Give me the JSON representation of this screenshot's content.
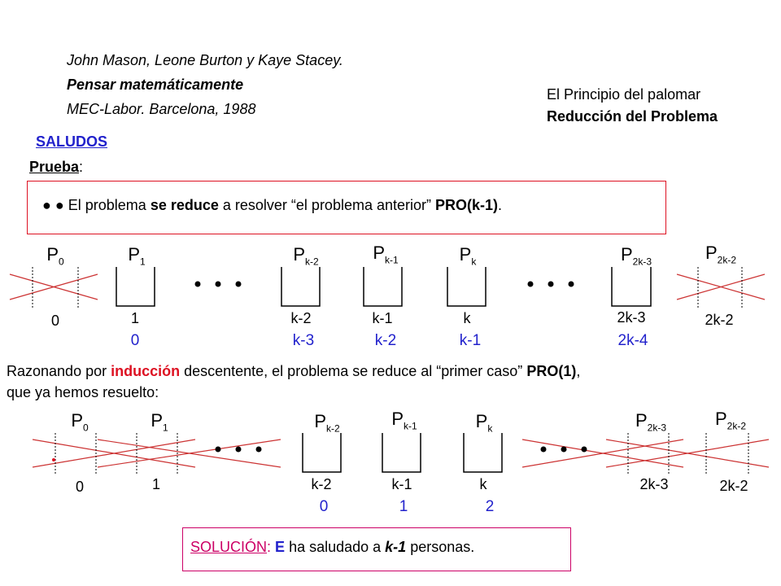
{
  "reference": {
    "authors": "John Mason, Leone Burton y Kaye Stacey.",
    "title": "Pensar matemáticamente",
    "publisher": "MEC-Labor. Barcelona, 1988"
  },
  "topic": {
    "line1": "El Principio del palomar",
    "line2": "Reducción del Problema"
  },
  "section": {
    "saludos": "SALUDOS",
    "prueba": "Prueba",
    "prueba_colon": ":"
  },
  "claim": {
    "bullets": "● ●",
    "t1": "El problema ",
    "t2": "se reduce",
    "t3": " a resolver “el problema anterior” ",
    "t4": "PRO(k-1)",
    "t5": "."
  },
  "row1": {
    "pigeonholes": [
      {
        "base": "P",
        "sub": "0",
        "label": "0"
      },
      {
        "base": "P",
        "sub": "1",
        "label": "1"
      },
      {
        "base": "P",
        "sub": "k-2",
        "label": "k-2"
      },
      {
        "base": "P",
        "sub": "k-1",
        "label": "k-1"
      },
      {
        "base": "P",
        "sub": "k",
        "label": "k"
      },
      {
        "base": "P",
        "sub": "2k-3",
        "label": "2k-3"
      },
      {
        "base": "P",
        "sub": "2k-2",
        "label": "2k-2"
      }
    ],
    "new_numbers": [
      "0",
      "k-3",
      "k-2",
      "k-1",
      "2k-4"
    ]
  },
  "induction": {
    "t1": "Razonando por ",
    "t2": "inducción",
    "t3": " descentente, el problema se reduce al “primer caso” ",
    "t4": "PRO(1)",
    "t5": ",",
    "line2": "que ya hemos resuelto:"
  },
  "row2": {
    "pigeonholes": [
      {
        "base": "P",
        "sub": "0",
        "label": "0"
      },
      {
        "base": "P",
        "sub": "1",
        "label": "1"
      },
      {
        "base": "P",
        "sub": "k-2",
        "label": "k-2"
      },
      {
        "base": "P",
        "sub": "k-1",
        "label": "k-1"
      },
      {
        "base": "P",
        "sub": "k",
        "label": "k"
      },
      {
        "base": "P",
        "sub": "2k-3",
        "label": "2k-3"
      },
      {
        "base": "P",
        "sub": "2k-2",
        "label": "2k-2"
      }
    ],
    "new_numbers": [
      "0",
      "1",
      "2"
    ]
  },
  "solution": {
    "label": "SOLUCIÓN",
    "colon": ": ",
    "e": "E",
    "t1": " ha saludado a ",
    "k": "k-1",
    "t2": " personas."
  },
  "colors": {
    "blue": "#2222cc",
    "red": "#dd1122",
    "pink": "#cc0066",
    "crossline": "#cc3333"
  }
}
